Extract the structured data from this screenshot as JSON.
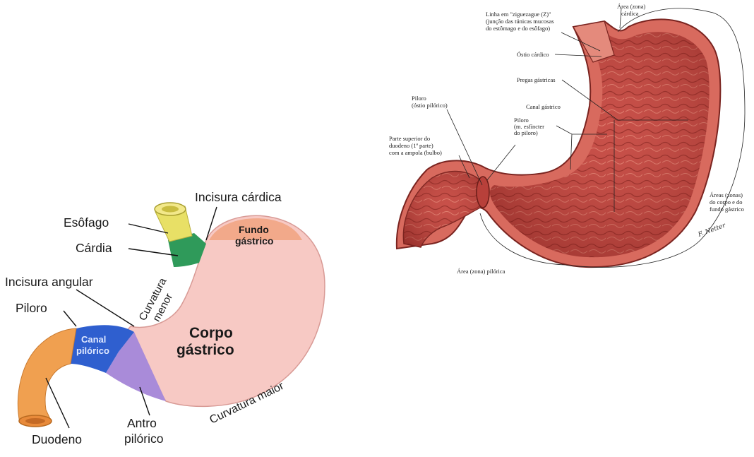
{
  "left_diagram": {
    "labels": {
      "incisura_cardica": "Incisura cárdica",
      "esofago": "Esôfago",
      "cardia": "Cárdia",
      "incisura_angular": "Incisura angular",
      "piloro": "Piloro",
      "duodeno": "Duodeno",
      "antro_line1": "Antro",
      "antro_line2": "pilórico",
      "fundo_line1": "Fundo",
      "fundo_line2": "gástrico",
      "curvatura_menor_line1": "Curvatura",
      "curvatura_menor_line2": "menor",
      "canal_line1": "Canal",
      "canal_line2": "pilórico",
      "corpo_line1": "Corpo",
      "corpo_line2": "gástrico",
      "curvatura_maior": "Curvatura maior"
    },
    "colors": {
      "esophagus": "#e8e066",
      "cardia": "#2f9a5a",
      "fundus": "#f2a98a",
      "body": "#f7c9c4",
      "canal": "#2f5fcf",
      "antrum": "#a98bd9",
      "duodenum": "#f0a050"
    }
  },
  "right_diagram": {
    "labels": {
      "area_cardica_1": "Área (zona)",
      "area_cardica_2": "cárdica",
      "linha_1": "Linha em \"ziguezague (Z)\"",
      "linha_2": "(junção das túnicas mucosas",
      "linha_3": "do estômago e do esôfago)",
      "ostio": "Óstio cárdico",
      "pregas": "Pregas gástricas",
      "canal": "Canal gástrico",
      "piloro_ostio_1": "Piloro",
      "piloro_ostio_2": "(óstio pilórico)",
      "piloro_m_1": "Piloro",
      "piloro_m_2": "(m. esfíncter",
      "piloro_m_3": "do piloro)",
      "parte_1": "Parte superior do",
      "parte_2": "duodeno (1ª parte)",
      "parte_3": "com a ampola (bulbo)",
      "areas_1": "Áreas (zonas)",
      "areas_2": "do corpo e do",
      "areas_3": "fundo gástrico",
      "area_pilorica": "Área (zona) pilórica",
      "signature": "F. Netter"
    },
    "colors": {
      "mucosa": "#c8504a",
      "mucosa_dark": "#8e2a26",
      "mucosa_light": "#e07a6a"
    }
  }
}
